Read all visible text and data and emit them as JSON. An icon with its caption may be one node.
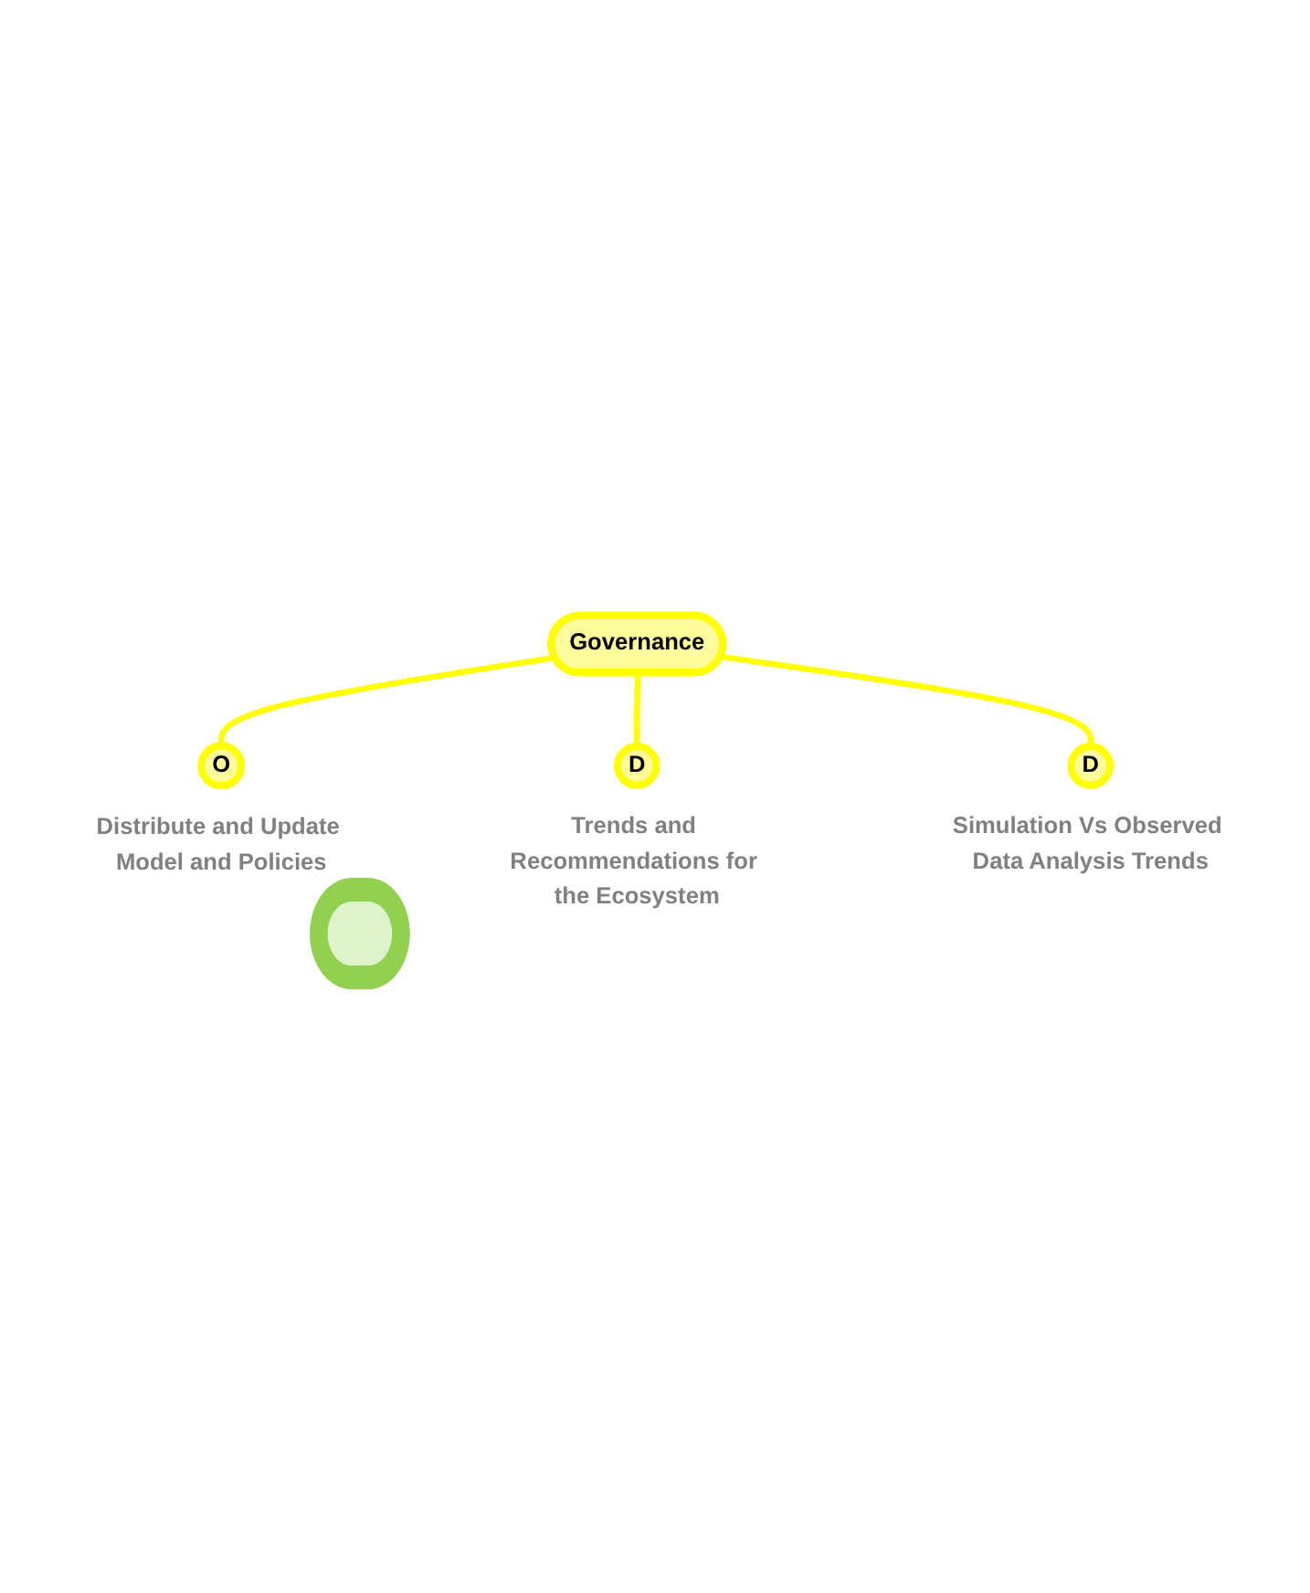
{
  "diagram": {
    "nodes": [
      {
        "text": [],
        "shape": "ellipse"
      },
      {
        "text": [
          "Governance"
        ]
      },
      {
        "text": [
          "O"
        ],
        "beside": [
          "Distribute and Update Model and Policies"
        ]
      },
      {
        "text": [
          "D"
        ],
        "beside": [
          "Trends and Recommendations for the Ecosystem"
        ]
      },
      {
        "text": [
          "D"
        ],
        "beside": [
          "Simulation Vs Observed Data Analysis Trends"
        ]
      }
    ],
    "edges": [
      {
        "from": 1,
        "to": 2,
        "arrow": "none"
      },
      {
        "from": 1,
        "to": 3,
        "arrow": "none"
      },
      {
        "from": 1,
        "to": 4,
        "arrow": "none"
      }
    ]
  }
}
